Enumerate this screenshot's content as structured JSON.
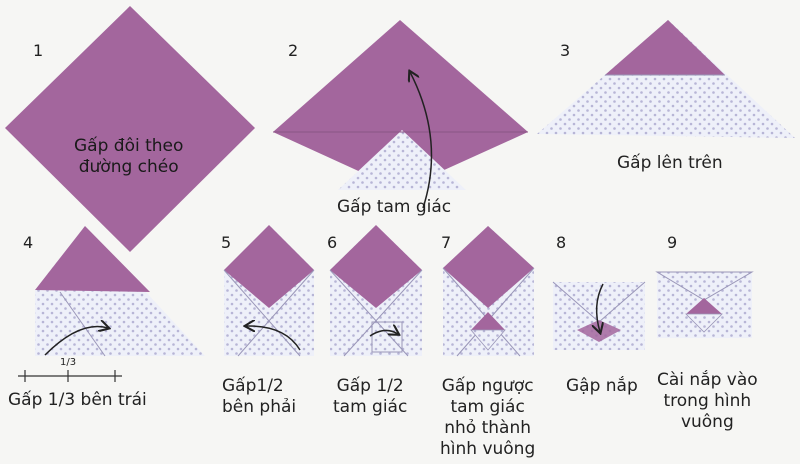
{
  "colors": {
    "purple": "#a3669d",
    "paper": "#eef0f9",
    "dot": "#b7b5d6",
    "background": "#f6f6f4"
  },
  "steps": [
    {
      "number": "1",
      "caption": [
        "Gấp đôi theo",
        "đường chéo"
      ]
    },
    {
      "number": "2",
      "caption": [
        "Gấp tam giác"
      ]
    },
    {
      "number": "3",
      "caption": [
        "Gấp lên trên"
      ]
    },
    {
      "number": "4",
      "caption": [
        "Gấp 1/3 bên trái"
      ],
      "measure": "1/3"
    },
    {
      "number": "5",
      "caption": [
        "Gấp1/2",
        "bên phải"
      ]
    },
    {
      "number": "6",
      "caption": [
        "Gấp 1/2",
        "tam giác"
      ]
    },
    {
      "number": "7",
      "caption": [
        "Gấp ngược",
        "tam giác",
        "nhỏ thành",
        "hình vuông"
      ]
    },
    {
      "number": "8",
      "caption": [
        "Gập nắp"
      ]
    },
    {
      "number": "9",
      "caption": [
        "Cài nắp vào",
        "trong hình",
        "vuông"
      ]
    }
  ]
}
